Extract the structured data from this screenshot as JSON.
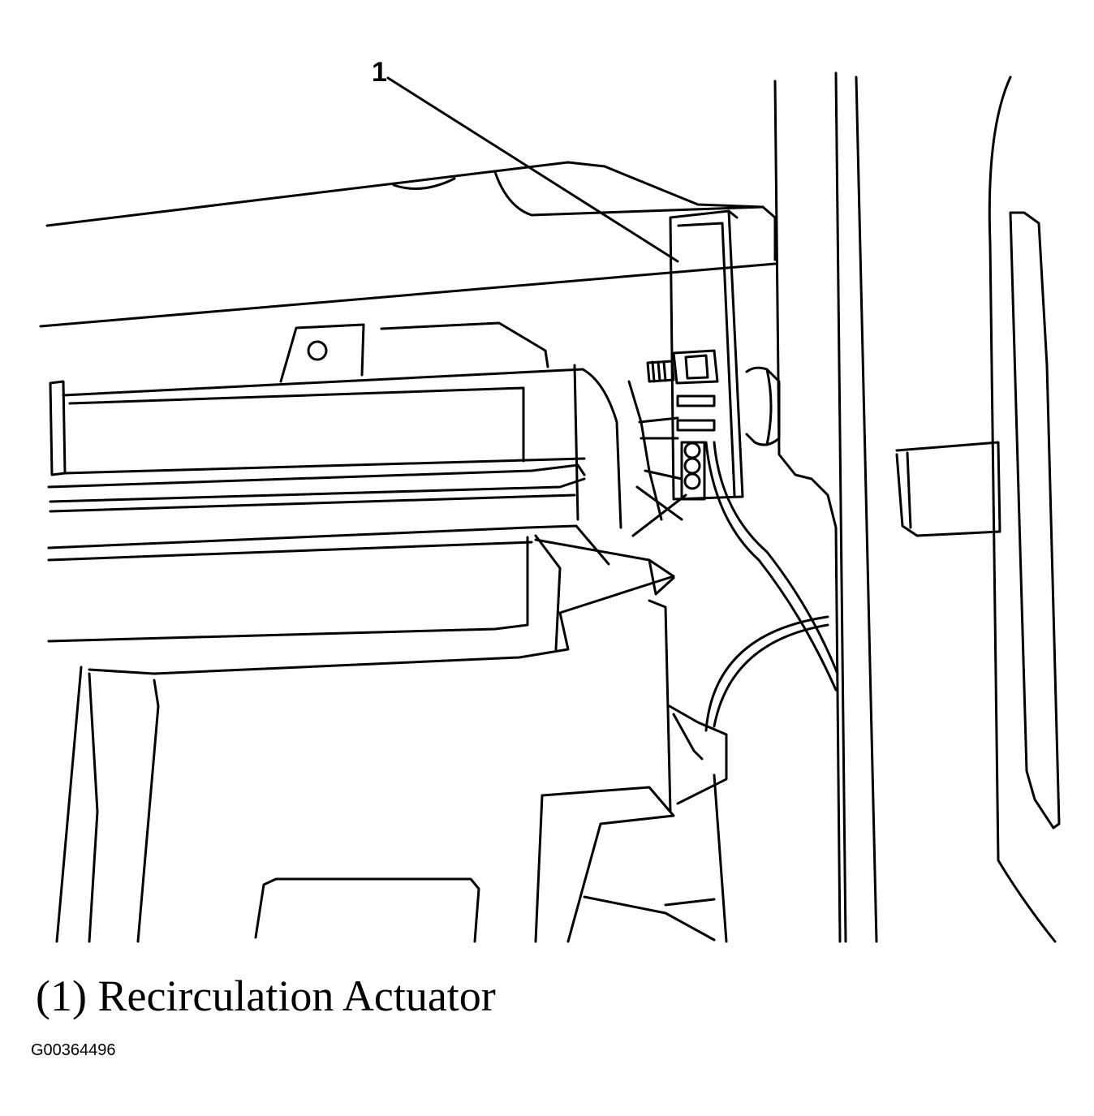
{
  "figure": {
    "callout": "1",
    "caption": "(1) Recirculation Actuator",
    "figure_id": "G00364496"
  },
  "colors": {
    "line": "#000000",
    "background": "#ffffff"
  }
}
